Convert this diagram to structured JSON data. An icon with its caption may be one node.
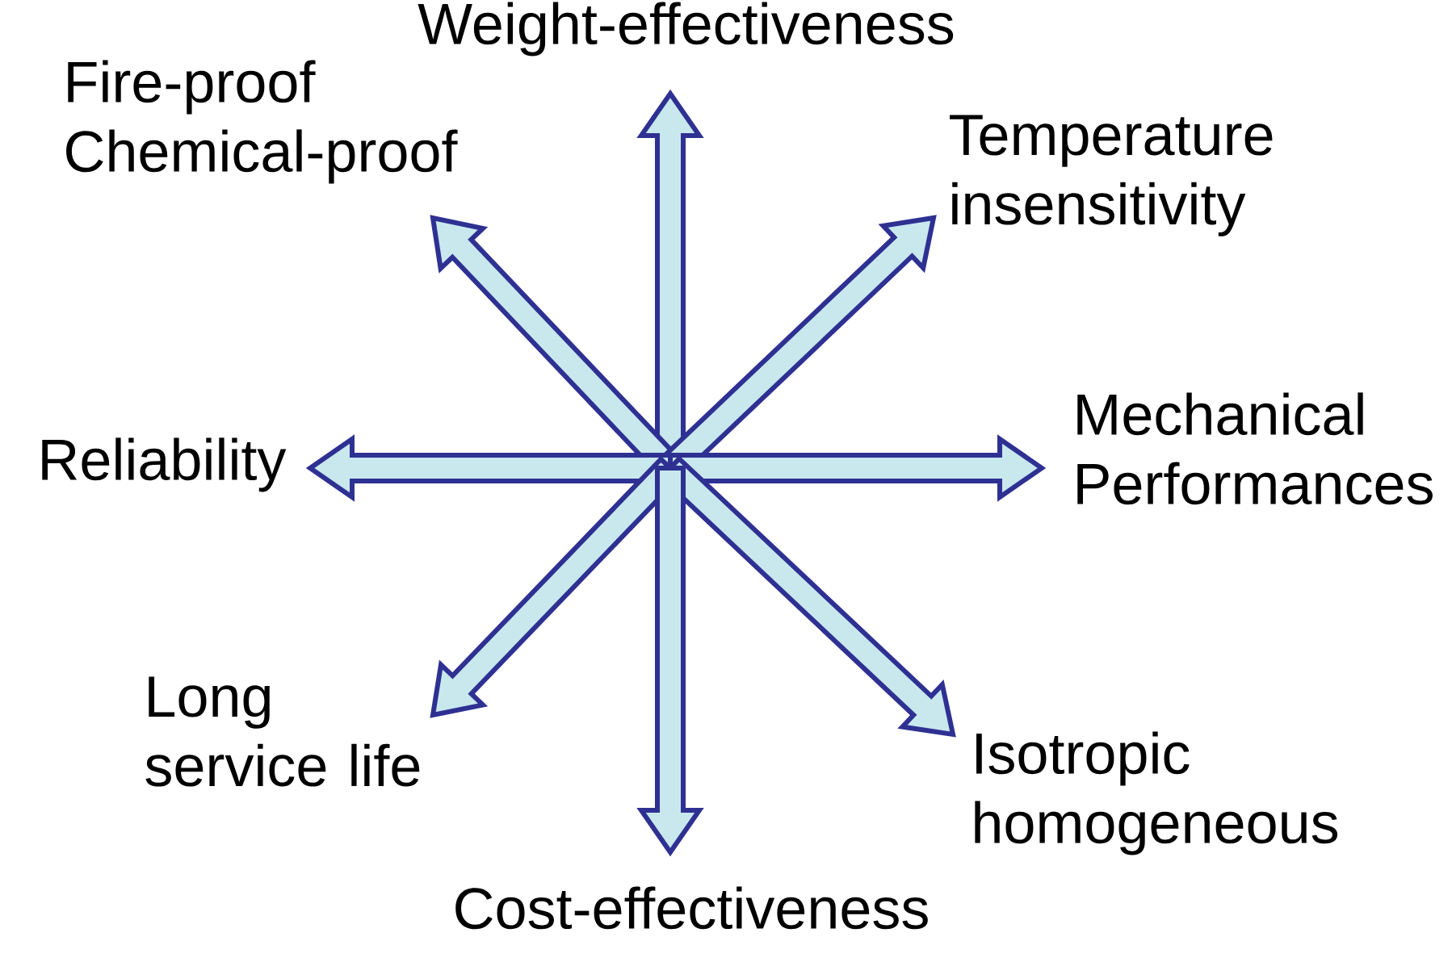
{
  "diagram": {
    "nodes": [
      {
        "text": [
          "Weight-effectiveness"
        ]
      },
      {
        "text": [
          "Fire-proof Chemical-proof"
        ]
      },
      {
        "text": [
          "Temperature insensitivity"
        ]
      },
      {
        "text": [
          "Reliability"
        ]
      },
      {
        "text": [
          "Mechanical Performances"
        ]
      },
      {
        "text": [
          "Long service life"
        ]
      },
      {
        "text": [
          "Isotropic homogeneous"
        ]
      },
      {
        "text": [
          "Cost-effectiveness"
        ]
      }
    ],
    "edges": [
      {
        "from": null,
        "to": 0,
        "arrow": "to"
      },
      {
        "from": null,
        "to": 1,
        "arrow": "to"
      },
      {
        "from": null,
        "to": 2,
        "arrow": "to"
      },
      {
        "from": null,
        "to": 3,
        "arrow": "to"
      },
      {
        "from": null,
        "to": 4,
        "arrow": "to"
      },
      {
        "from": null,
        "to": 5,
        "arrow": "to"
      },
      {
        "from": null,
        "to": 6,
        "arrow": "to"
      },
      {
        "from": null,
        "to": 7,
        "arrow": "to"
      }
    ]
  }
}
